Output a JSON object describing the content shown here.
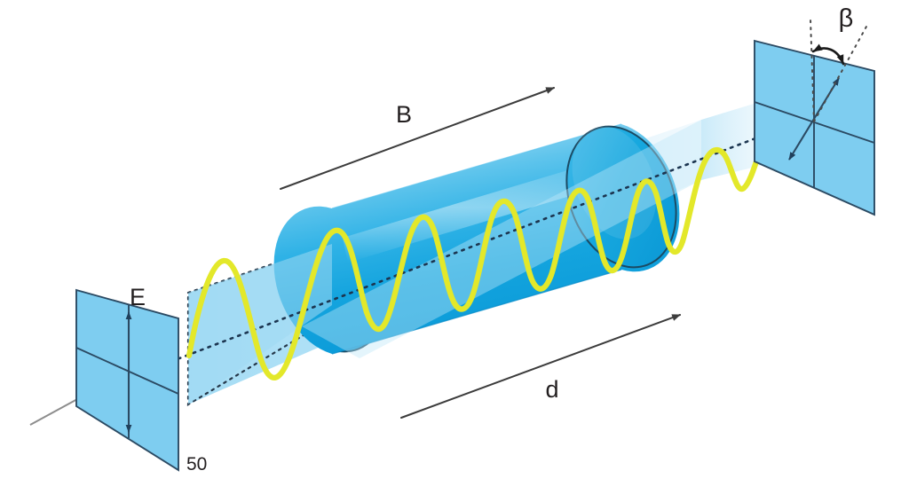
{
  "figure": {
    "title": "Faraday rotation of linearly polarized light in a magneto-optic medium",
    "number_label": "50",
    "background_color": "#ffffff"
  },
  "labels": {
    "magnetic_field": "B",
    "electric_field": "E",
    "length": "d",
    "rotation_angle": "β"
  },
  "colors": {
    "polarizer_fill": "#7ecdf0",
    "polarizer_stroke": "#2b4a63",
    "cylinder_body_light": "#aee2f7",
    "cylinder_body_mid": "#3fb8e8",
    "cylinder_body_deep": "#0f9fdb",
    "cylinder_face": "#16a7de",
    "beam_plane": "#9fd9f3",
    "wave_yellow": "#e3e82a",
    "dimension_line": "#3c3c3c",
    "incoming_ray": "#8d8d8d",
    "text": "#231f20"
  },
  "elements": {
    "input_polarizer": {
      "name": "input polarizer plate",
      "axis_orientation": "vertical",
      "axis_arrow_heads": "double"
    },
    "output_polarizer": {
      "name": "output analyzer plate",
      "axis_orientation": "tilted",
      "axis_arrow_heads": "double"
    },
    "sample": {
      "name": "magneto-optic cylinder",
      "shape": "cylinder"
    },
    "beam": {
      "name": "polarization plane",
      "wave_color": "yellow",
      "cycles_before_sample": 2,
      "cycles_inside_sample": 5,
      "cycles_after_sample": 1
    },
    "incoming_ray": {
      "name": "incident light ray",
      "arrow_head": "solid triangle"
    },
    "rotation_marker": {
      "name": "rotation angle arc",
      "arrow_head": "double curved"
    }
  },
  "chart_data": {
    "type": "diagram",
    "title": "Faraday effect: polarization plane rotation by angle β over path length d in field B",
    "annotations": [
      {
        "label": "B",
        "meaning": "applied magnetic field direction, parallel to beam"
      },
      {
        "label": "E",
        "meaning": "incident electric field / polarization direction, vertical"
      },
      {
        "label": "d",
        "meaning": "propagation length through the medium"
      },
      {
        "label": "β",
        "meaning": "rotation angle of the polarization plane at the exit"
      },
      {
        "label": "50",
        "meaning": "figure number"
      }
    ]
  }
}
